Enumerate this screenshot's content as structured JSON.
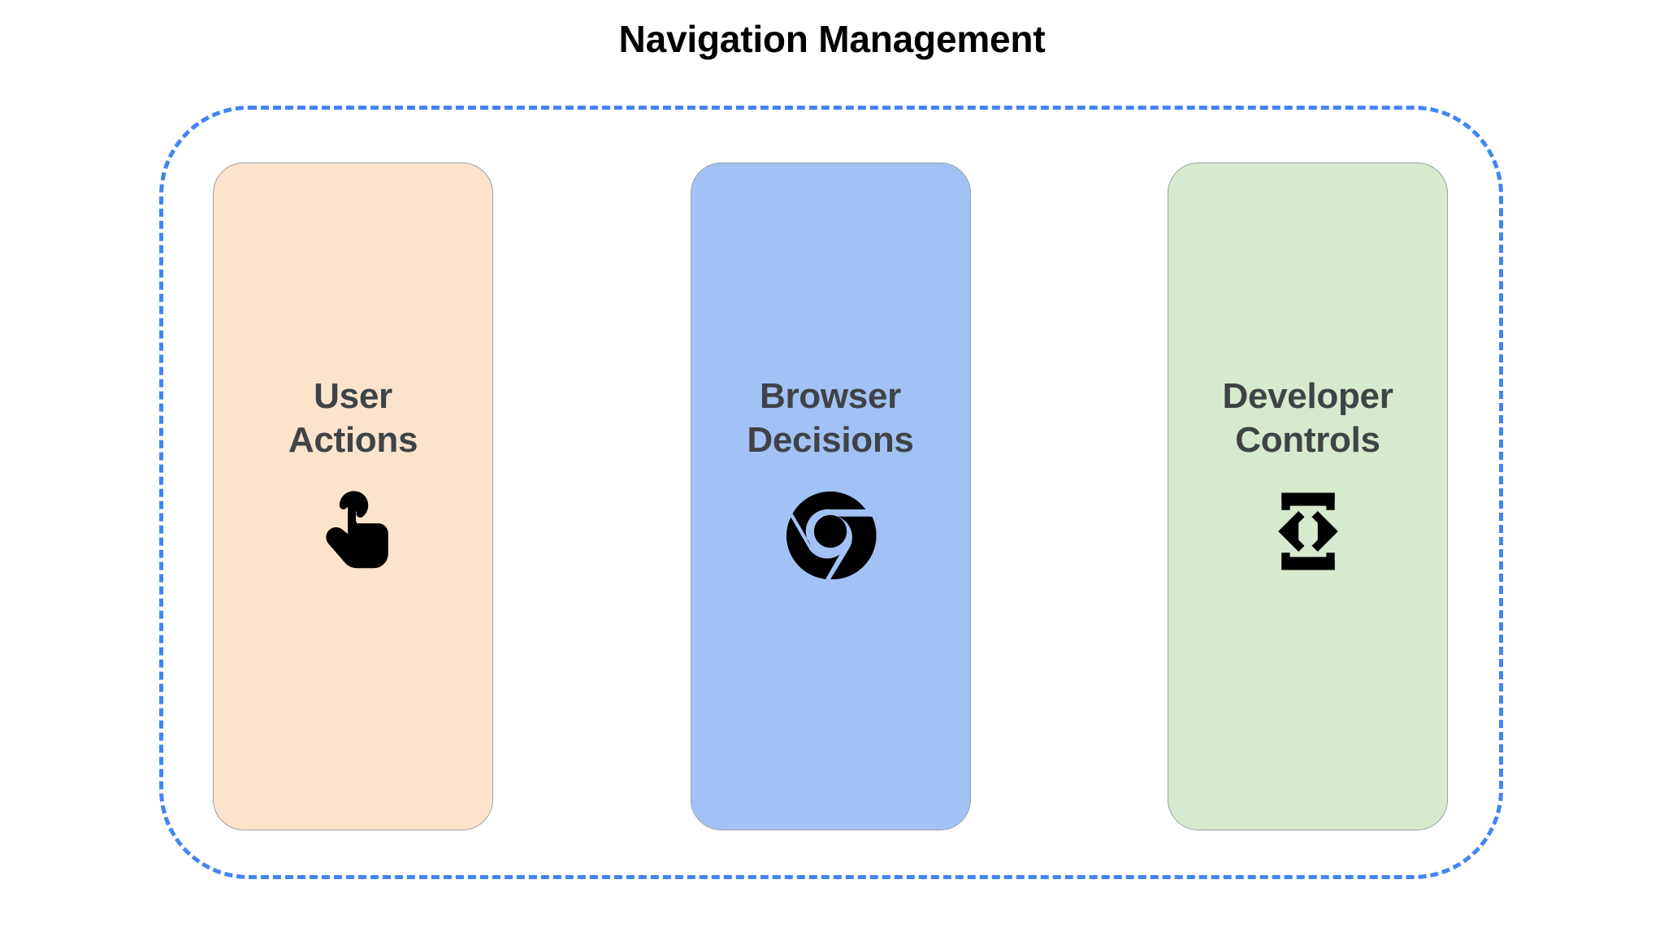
{
  "page": {
    "title": "Navigation Management",
    "background_color": "#ffffff",
    "title_color": "#000000"
  },
  "group": {
    "name": "navigation-management-group",
    "border_style": "dashed",
    "border_color": "#4285f4"
  },
  "cards": [
    {
      "id": "user-actions",
      "label": "User\nActions",
      "fill_color": "#fbe3cc",
      "border_color": "#9aa0a6",
      "text_color": "#3f4347",
      "icon": "touch-app-icon",
      "icon_color": "#000000"
    },
    {
      "id": "browser-decisions",
      "label": "Browser\nDecisions",
      "fill_color": "#a2c2f5",
      "border_color": "#9aa0a6",
      "text_color": "#3f4347",
      "icon": "chrome-logo-icon",
      "icon_color": "#000000"
    },
    {
      "id": "developer-controls",
      "label": "Developer\nControls",
      "fill_color": "#d7e9ce",
      "border_color": "#9aa0a6",
      "text_color": "#3f4347",
      "icon": "developer-mode-icon",
      "icon_color": "#000000"
    }
  ]
}
